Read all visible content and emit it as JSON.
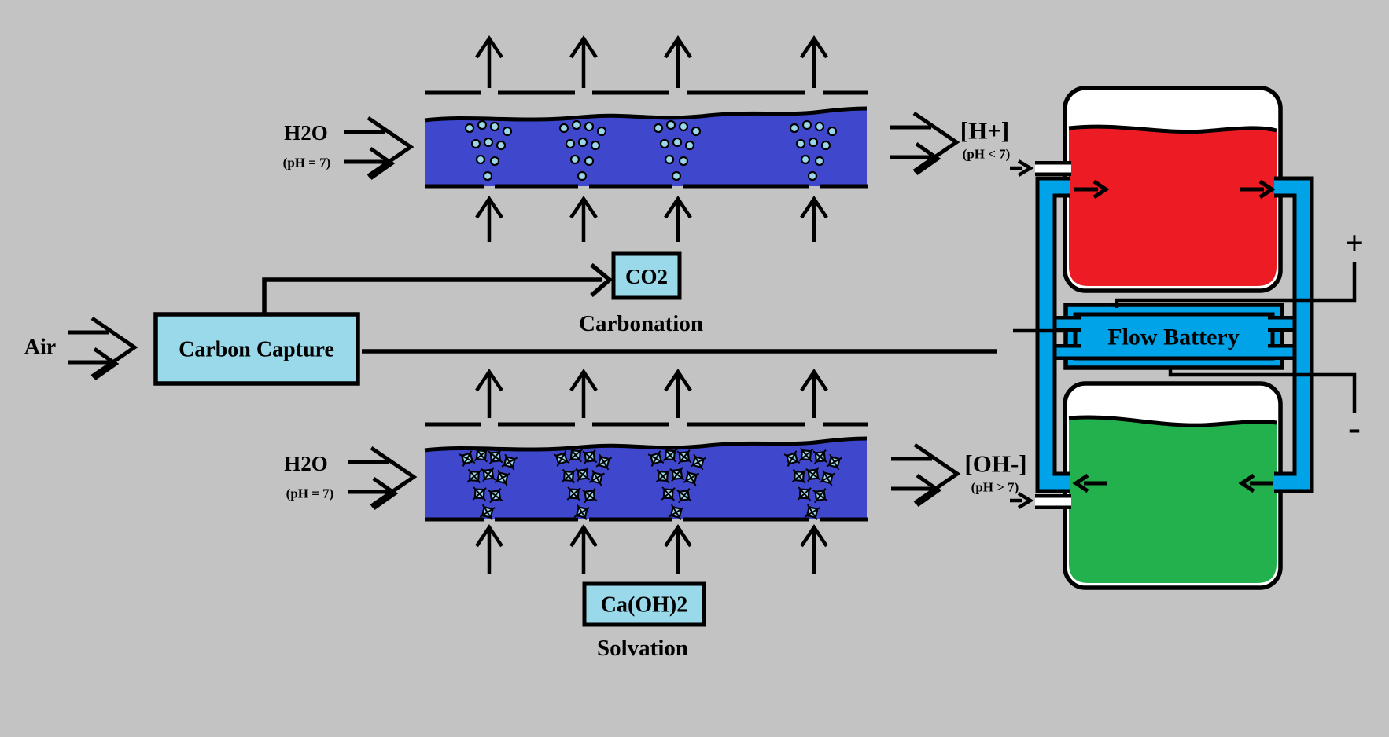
{
  "colors": {
    "background": "#c3c3c3",
    "outline": "#000000",
    "water_blue": "#3f48cc",
    "container_light_blue": "#99d9ea",
    "pipe_blue": "#00a2e8",
    "acid_red": "#ed1c24",
    "base_green": "#22b14c",
    "white": "#ffffff"
  },
  "inputs": {
    "air": "Air",
    "h2o_top_formula": "H2O",
    "h2o_top_ph": "(pH = 7)",
    "h2o_bottom_formula": "H2O",
    "h2o_bottom_ph": "(pH = 7)"
  },
  "process": {
    "carbon_capture": "Carbon Capture",
    "co2": "CO2",
    "carbonation": "Carbonation",
    "ca_oh_2": "Ca(OH)2",
    "solvation": "Solvation"
  },
  "outputs": {
    "h_plus": "[H+]",
    "h_plus_ph": "(pH < 7)",
    "oh_minus": "[OH-]",
    "oh_minus_ph": "(pH > 7)"
  },
  "battery": {
    "label": "Flow Battery",
    "plus": "+",
    "minus": "-"
  }
}
